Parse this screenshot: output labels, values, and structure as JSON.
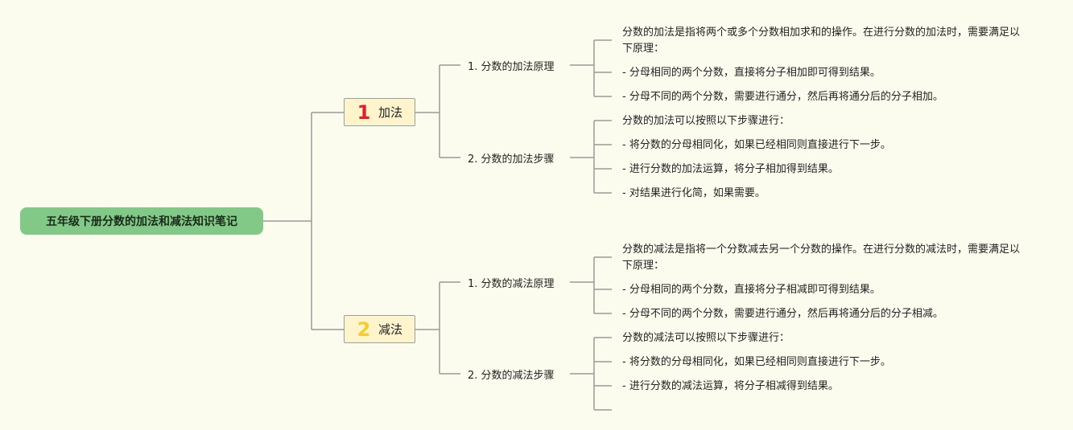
{
  "root": {
    "title": "五年级下册分数的加法和减法知识笔记"
  },
  "branches": [
    {
      "number": "1",
      "label": "加法",
      "badge_color": "#e0212b",
      "subtopics": [
        {
          "label": "1. 分数的加法原理",
          "items": [
            "分数的加法是指将两个或多个分数相加求和的操作。在进行分数的加法时，需要满足以下原理：",
            "- 分母相同的两个分数，直接将分子相加即可得到结果。",
            "- 分母不同的两个分数，需要进行通分，然后再将通分后的分子相加。"
          ]
        },
        {
          "label": "2. 分数的加法步骤",
          "items": [
            "分数的加法可以按照以下步骤进行：",
            "- 将分数的分母相同化，如果已经相同则直接进行下一步。",
            "- 进行分数的加法运算，将分子相加得到结果。",
            "- 对结果进行化简，如果需要。"
          ]
        }
      ]
    },
    {
      "number": "2",
      "label": "减法",
      "badge_color": "#f4cd2d",
      "subtopics": [
        {
          "label": "1. 分数的减法原理",
          "items": [
            "分数的减法是指将一个分数减去另一个分数的操作。在进行分数的减法时，需要满足以下原理：",
            "- 分母相同的两个分数，直接将分子相减即可得到结果。",
            "- 分母不同的两个分数，需要进行通分，然后再将通分后的分子相减。"
          ]
        },
        {
          "label": "2. 分数的减法步骤",
          "items": [
            "分数的减法可以按照以下步骤进行：",
            "- 将分数的分母相同化，如果已经相同则直接进行下一步。",
            "- 进行分数的减法运算，将分子相减得到结果。",
            ""
          ]
        }
      ]
    }
  ],
  "colors": {
    "background": "#fcfcee",
    "root_fill": "#82c987",
    "branch_fill": "#fff4cc",
    "connector": "#9a9a9a"
  }
}
